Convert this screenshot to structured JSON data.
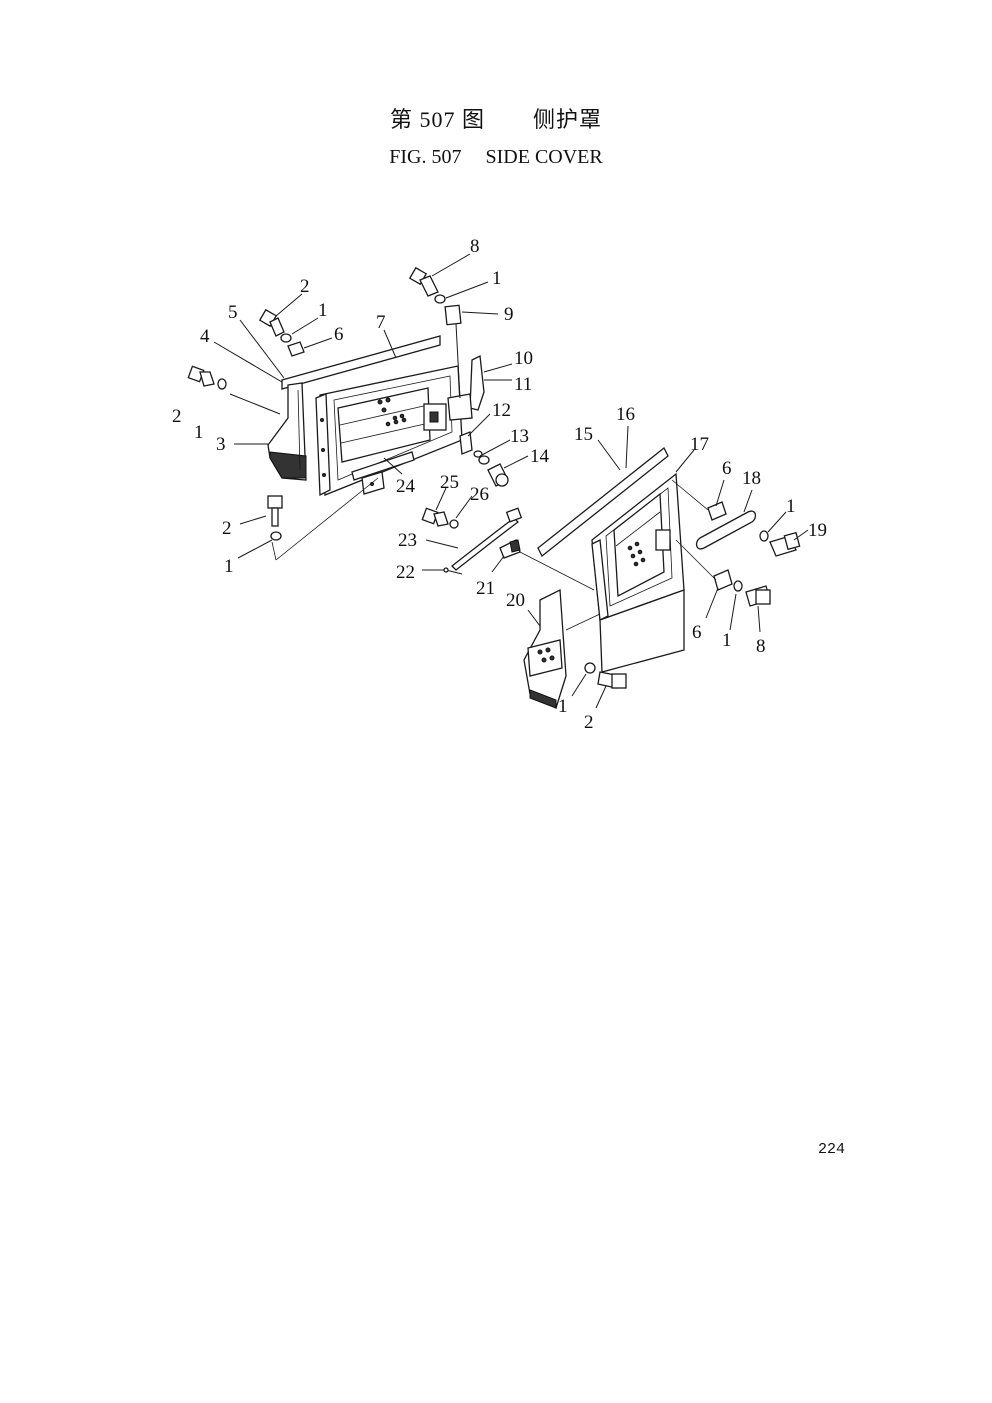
{
  "header": {
    "title_cn_fig": "第 507 图",
    "title_cn_name": "侧护罩",
    "title_en_fig": "FIG. 507",
    "title_en_name": "SIDE COVER"
  },
  "diagram": {
    "callouts": [
      "8",
      "1",
      "9",
      "2",
      "1",
      "5",
      "6",
      "7",
      "4",
      "10",
      "11",
      "2",
      "1",
      "3",
      "12",
      "13",
      "14",
      "15",
      "16",
      "17",
      "6",
      "18",
      "1",
      "19",
      "25",
      "26",
      "24",
      "2",
      "23",
      "1",
      "22",
      "21",
      "20",
      "6",
      "1",
      "8",
      "1",
      "2"
    ]
  },
  "footer": {
    "page_number": "224"
  }
}
